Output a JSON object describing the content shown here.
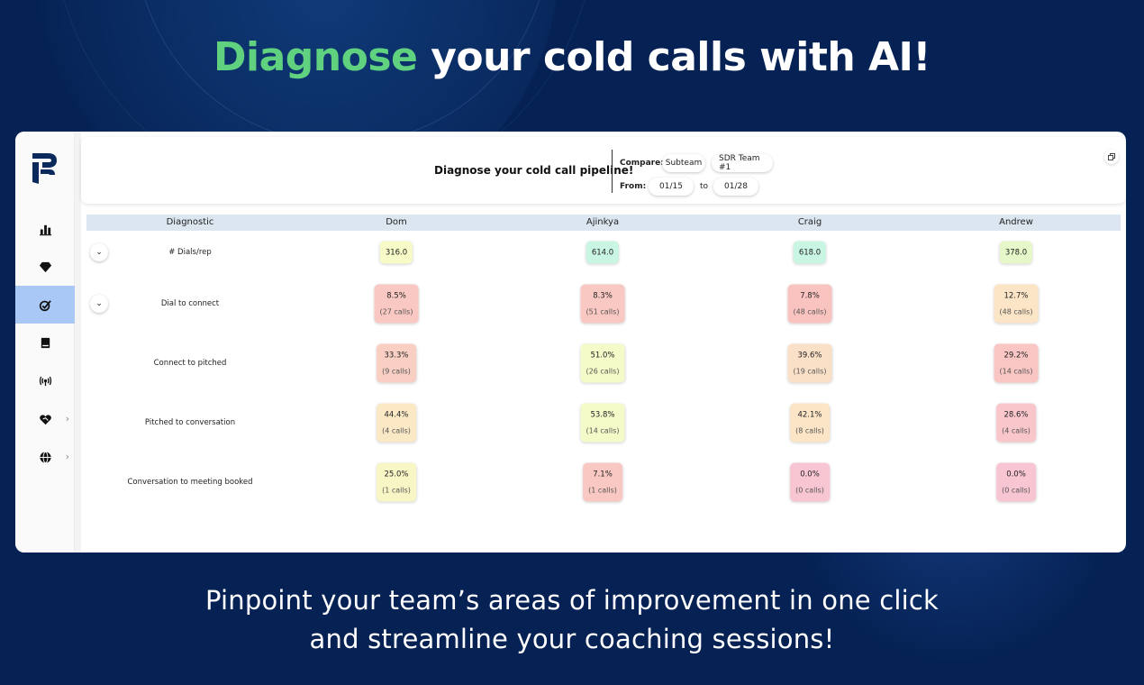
{
  "hero": {
    "title_accent": "Diagnose",
    "title_rest": " your cold calls with AI!",
    "subtitle_line1": "Pinpoint your team’s areas of improvement in one click",
    "subtitle_line2": "and streamline your coaching sessions!"
  },
  "sidebar": {
    "items": [
      {
        "icon": "bar-chart-icon"
      },
      {
        "icon": "diamond-icon"
      },
      {
        "icon": "check-target-icon",
        "active": true
      },
      {
        "icon": "book-icon"
      },
      {
        "icon": "broadcast-icon"
      },
      {
        "icon": "heart-handshake-icon",
        "has_submenu": true
      },
      {
        "icon": "globe-icon",
        "has_submenu": true
      }
    ]
  },
  "header": {
    "title": "Diagnose your cold call pipeline!",
    "compare_label": "Compare:",
    "compare_value": "Subteam",
    "team_value": "SDR Team #1",
    "from_label": "From:",
    "from_value": "01/15",
    "to_label": "to",
    "to_value": "01/28"
  },
  "table": {
    "columns": [
      "Diagnostic",
      "Dom",
      "Ajinkya",
      "Craig",
      "Andrew"
    ],
    "rows": [
      {
        "label": "# Dials/rep",
        "expandable": true,
        "cells": [
          {
            "value": "316.0",
            "color": "#f7fbc8"
          },
          {
            "value": "614.0",
            "color": "#c9f5e3"
          },
          {
            "value": "618.0",
            "color": "#c9f5e3"
          },
          {
            "value": "378.0",
            "color": "#e6f7c9"
          }
        ]
      },
      {
        "label": "Dial to connect",
        "expandable": true,
        "cells": [
          {
            "value": "8.5%",
            "sub": "(27 calls)",
            "color": "#f9c8c2"
          },
          {
            "value": "8.3%",
            "sub": "(51 calls)",
            "color": "#f9c8c2"
          },
          {
            "value": "7.8%",
            "sub": "(48 calls)",
            "color": "#f9c4c0"
          },
          {
            "value": "12.7%",
            "sub": "(48 calls)",
            "color": "#fbe5c6"
          }
        ]
      },
      {
        "label": "Connect to pitched",
        "expandable": false,
        "cells": [
          {
            "value": "33.3%",
            "sub": "(9 calls)",
            "color": "#f9cfc4"
          },
          {
            "value": "51.0%",
            "sub": "(26 calls)",
            "color": "#f5fbc8"
          },
          {
            "value": "39.6%",
            "sub": "(19 calls)",
            "color": "#fbe0c8"
          },
          {
            "value": "29.2%",
            "sub": "(14 calls)",
            "color": "#f9c6c4"
          }
        ]
      },
      {
        "label": "Pitched to conversation",
        "expandable": false,
        "cells": [
          {
            "value": "44.4%",
            "sub": "(4 calls)",
            "color": "#fbe9c6"
          },
          {
            "value": "53.8%",
            "sub": "(14 calls)",
            "color": "#f5fbc8"
          },
          {
            "value": "42.1%",
            "sub": "(8 calls)",
            "color": "#fbe5c6"
          },
          {
            "value": "28.6%",
            "sub": "(4 calls)",
            "color": "#f9c6cc"
          }
        ]
      },
      {
        "label": "Conversation to meeting booked",
        "expandable": false,
        "cells": [
          {
            "value": "25.0%",
            "sub": "(1 calls)",
            "color": "#f9f6c6"
          },
          {
            "value": "7.1%",
            "sub": "(1 calls)",
            "color": "#f9c8c2"
          },
          {
            "value": "0.0%",
            "sub": "(0 calls)",
            "color": "#f8c6d2"
          },
          {
            "value": "0.0%",
            "sub": "(0 calls)",
            "color": "#f8c6d2"
          }
        ]
      }
    ]
  }
}
